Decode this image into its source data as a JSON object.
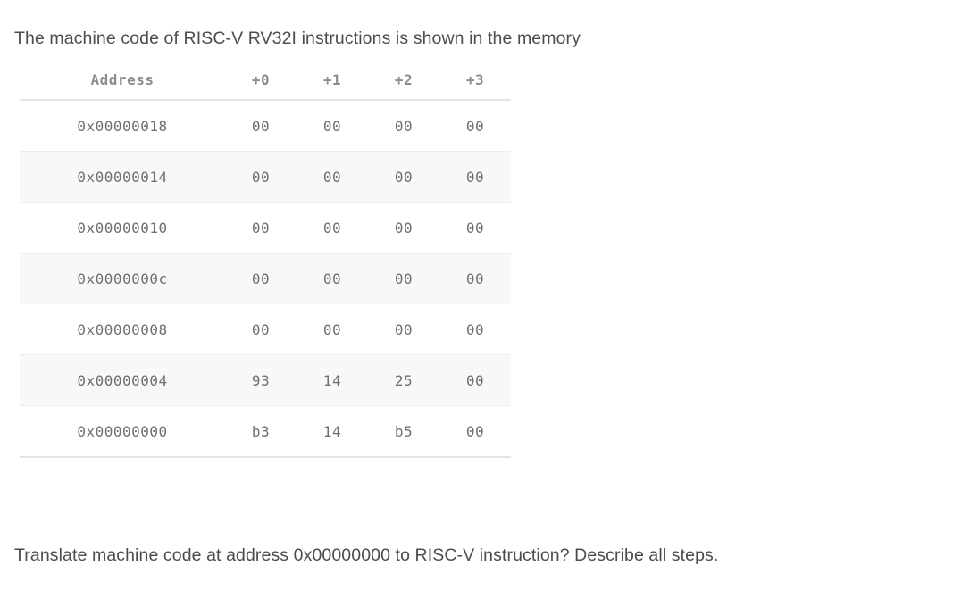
{
  "document": {
    "intro_text": "The machine code of RISC-V RV32I instructions is shown in the memory",
    "question_text": "Translate machine code at address 0x00000000 to RISC-V instruction? Describe all steps."
  },
  "memory_table": {
    "columns": [
      "Address",
      "+0",
      "+1",
      "+2",
      "+3"
    ],
    "rows": [
      {
        "address": "0x00000018",
        "bytes": [
          "00",
          "00",
          "00",
          "00"
        ],
        "striped": false
      },
      {
        "address": "0x00000014",
        "bytes": [
          "00",
          "00",
          "00",
          "00"
        ],
        "striped": true
      },
      {
        "address": "0x00000010",
        "bytes": [
          "00",
          "00",
          "00",
          "00"
        ],
        "striped": false
      },
      {
        "address": "0x0000000c",
        "bytes": [
          "00",
          "00",
          "00",
          "00"
        ],
        "striped": true
      },
      {
        "address": "0x00000008",
        "bytes": [
          "00",
          "00",
          "00",
          "00"
        ],
        "striped": false
      },
      {
        "address": "0x00000004",
        "bytes": [
          "93",
          "14",
          "25",
          "00"
        ],
        "striped": true
      },
      {
        "address": "0x00000000",
        "bytes": [
          "b3",
          "14",
          "b5",
          "00"
        ],
        "striped": false
      }
    ]
  },
  "colors": {
    "body_text": "#4b4b54",
    "table_text": "#6f6f6f",
    "header_text": "#8d8d8d",
    "stripe": "#f8f8f8",
    "rule": "#e4e4e4",
    "row_divider": "#ececec",
    "background": "#ffffff"
  }
}
